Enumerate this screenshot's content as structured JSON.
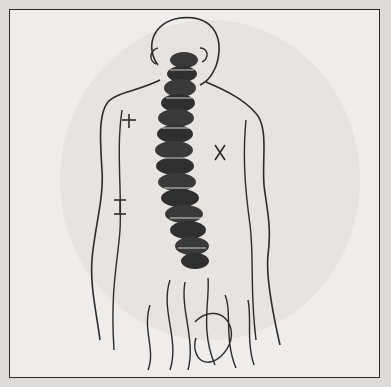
{
  "figure": {
    "subject": "spine-xray-overlay-on-back-outline",
    "colors": {
      "paper": "#efedeb",
      "border": "#dedad8",
      "ink": "#2b2b2b",
      "vertebra": "#3a3a3a"
    },
    "marks": [
      "plus-mark",
      "x-mark",
      "i-mark"
    ]
  }
}
